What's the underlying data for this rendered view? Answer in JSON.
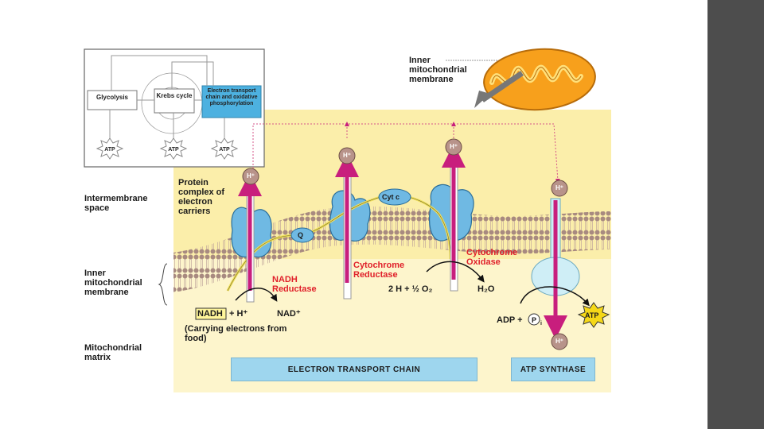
{
  "overview": {
    "glycolysis": "Glycolysis",
    "krebs": "Krebs cycle",
    "etc": "Electron transport chain and oxidative phosphorylation",
    "atp_labels": [
      "ATP",
      "ATP",
      "ATP"
    ]
  },
  "labels": {
    "inner_membrane_callout": "Inner mitochondrial membrane",
    "intermembrane_space": "Intermembrane space",
    "inner_membrane": "Inner mitochondrial membrane",
    "matrix": "Mitochondrial matrix",
    "protein_complex": "Protein complex of electron carriers",
    "q": "Q",
    "cyt_c": "Cyt c",
    "nadh_reductase": "NADH Reductase",
    "cytochrome_reductase": "Cytochrome Reductase",
    "cytochrome_oxidase": "Cytochrome Oxidase",
    "nadh": "NADH",
    "plus_h": "+ H⁺",
    "nad": "NAD⁺",
    "carrying": "(Carrying electrons from food)",
    "oxygen_eq": "2 H + ½ O₂",
    "water": "H₂O",
    "adp": "ADP +",
    "pi": "P",
    "pi_sub": "i",
    "atp": "ATP",
    "h_plus": "H⁺"
  },
  "boxes": {
    "etc": "ELECTRON TRANSPORT CHAIN",
    "atp_synthase": "ATP SYNTHASE"
  },
  "colors": {
    "intermembrane": "#fbeeaa",
    "matrix": "#fdf5cc",
    "protein": "#6fb9e3",
    "proton_arrow": "#c81e7d",
    "h_circle": "#b8938a",
    "mitochondrion": "#f7a01c",
    "side_band": "#4d4d4d"
  }
}
